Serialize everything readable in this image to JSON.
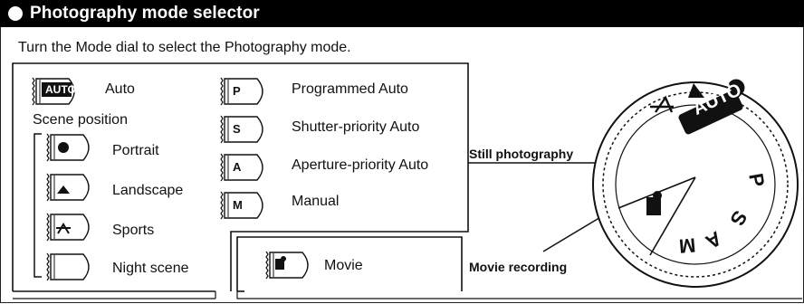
{
  "header": {
    "title": "Photography mode selector"
  },
  "instruction": "Turn the Mode dial to select the Photography mode.",
  "left_group": {
    "auto_badge": "AUTO",
    "auto_label": "Auto",
    "scene_heading": "Scene position",
    "scenes": [
      "Portrait",
      "Landscape",
      "Sports",
      "Night scene"
    ]
  },
  "mid_group": {
    "modes": [
      {
        "letter": "P",
        "label": "Programmed Auto"
      },
      {
        "letter": "S",
        "label": "Shutter-priority Auto"
      },
      {
        "letter": "A",
        "label": "Aperture-priority Auto"
      },
      {
        "letter": "M",
        "label": "Manual"
      }
    ]
  },
  "movie": {
    "label": "Movie"
  },
  "callouts": {
    "still": "Still photography",
    "movie": "Movie recording"
  },
  "dial": {
    "labels": [
      "AUTO",
      "P",
      "S",
      "A",
      "M"
    ]
  }
}
